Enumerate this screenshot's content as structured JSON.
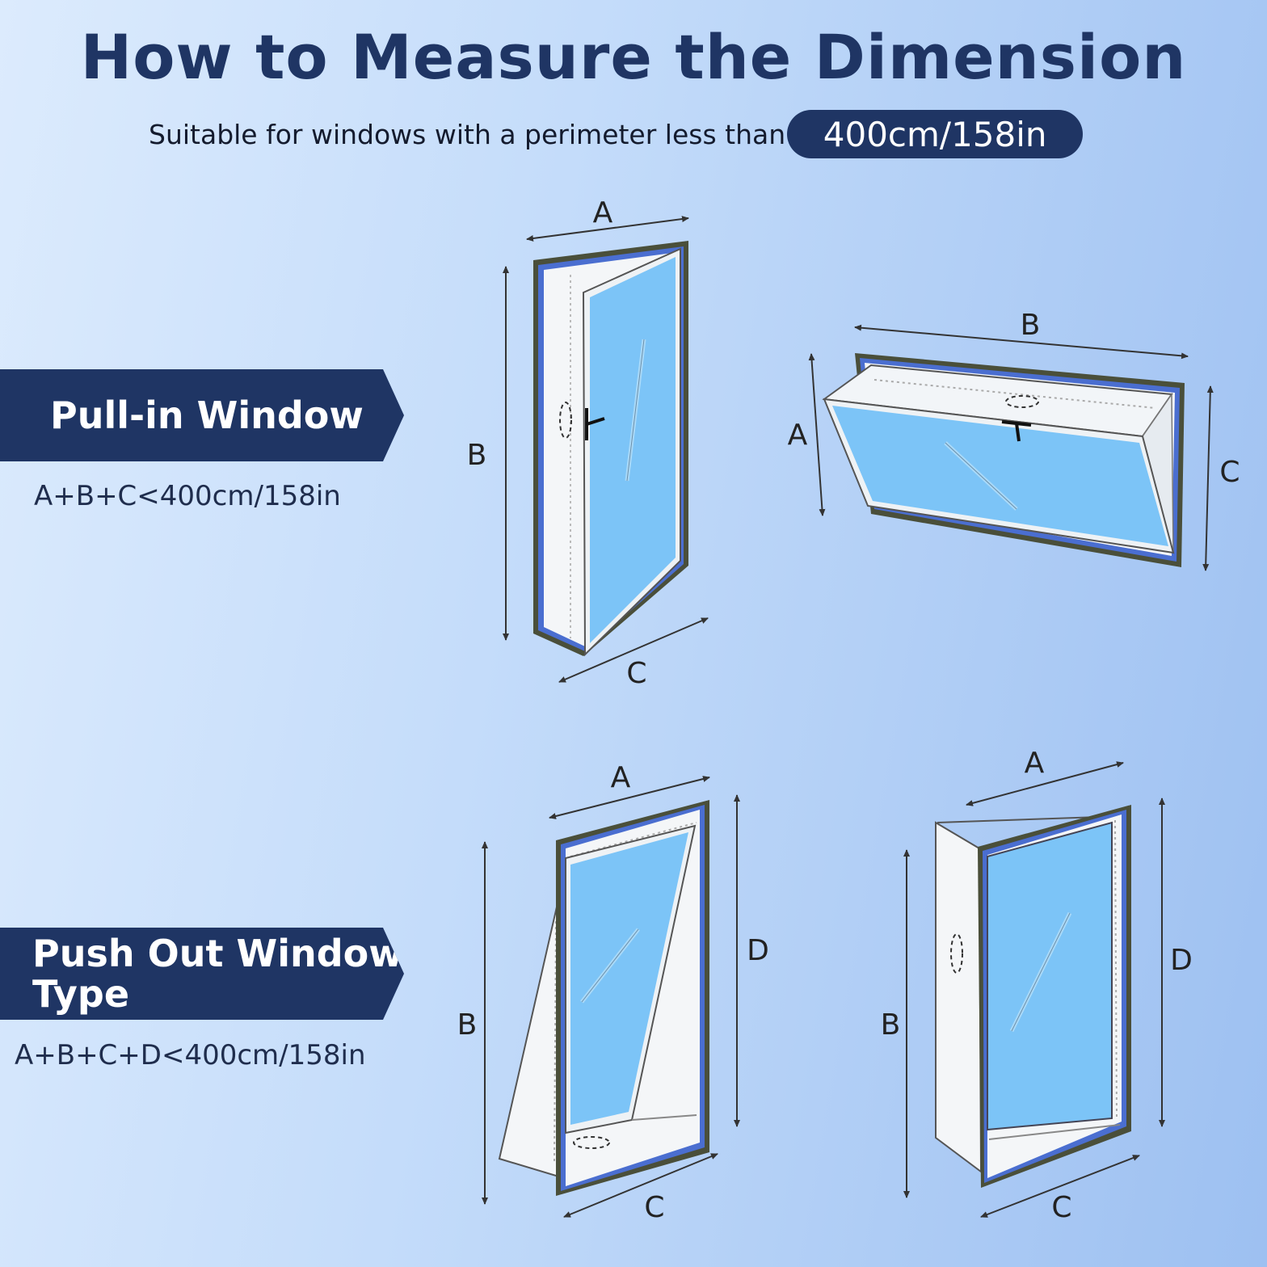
{
  "header": {
    "title": "How to Measure the Dimension",
    "subtitle": "Suitable for windows with a perimeter less than",
    "limit_badge": "400cm/158in"
  },
  "sections": [
    {
      "label": "Pull-in Window",
      "formula": "A+B+C<400cm/158in"
    },
    {
      "label_line1": "Push Out Window",
      "label_line2": "Type",
      "formula": "A+B+C+D<400cm/158in"
    }
  ],
  "dimension_labels": {
    "a": "A",
    "b": "B",
    "c": "C",
    "d": "D"
  },
  "colors": {
    "navy": "#1f3564",
    "glass": "#7cc4f7",
    "frame": "#4a4f3a",
    "seal": "#4a6ed0"
  }
}
